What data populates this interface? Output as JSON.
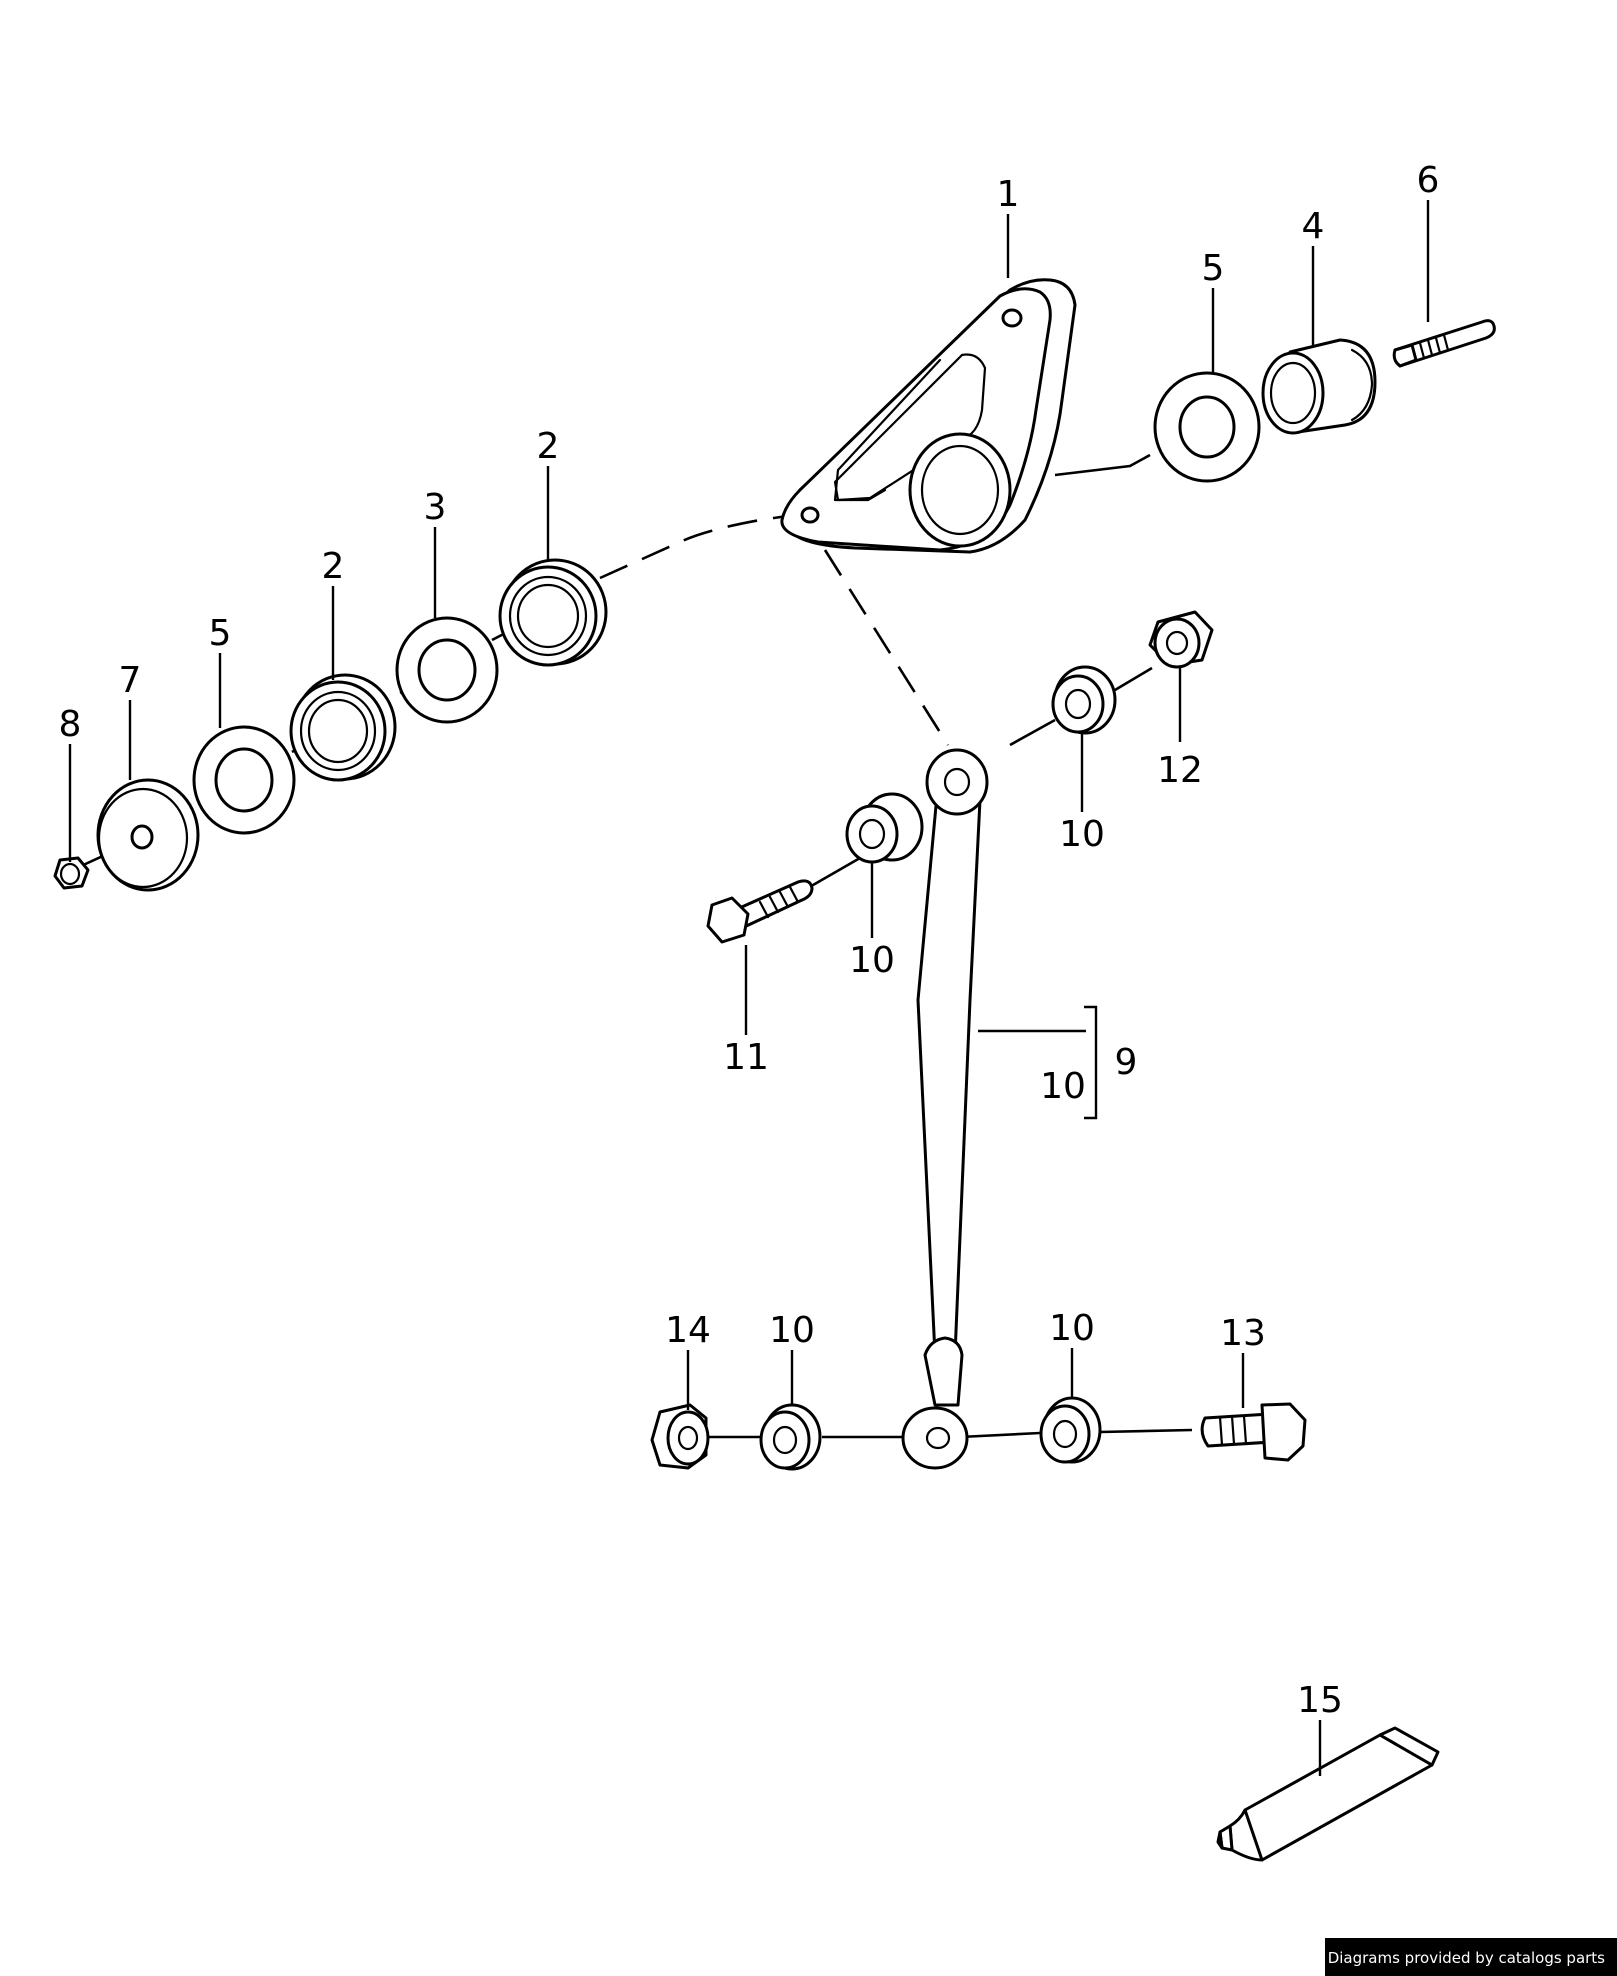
{
  "callouts": {
    "c1": "1",
    "c2a": "2",
    "c2b": "2",
    "c3": "3",
    "c4": "4",
    "c5a": "5",
    "c5b": "5",
    "c6": "6",
    "c7": "7",
    "c8": "8",
    "c9": "9",
    "c10a": "10",
    "c10b": "10",
    "c10c": "10",
    "c10d": "10",
    "c10e": "10",
    "c11": "11",
    "c12": "12",
    "c13": "13",
    "c14": "14",
    "c15": "15"
  },
  "credit": "Diagrams provided by catalogs parts"
}
